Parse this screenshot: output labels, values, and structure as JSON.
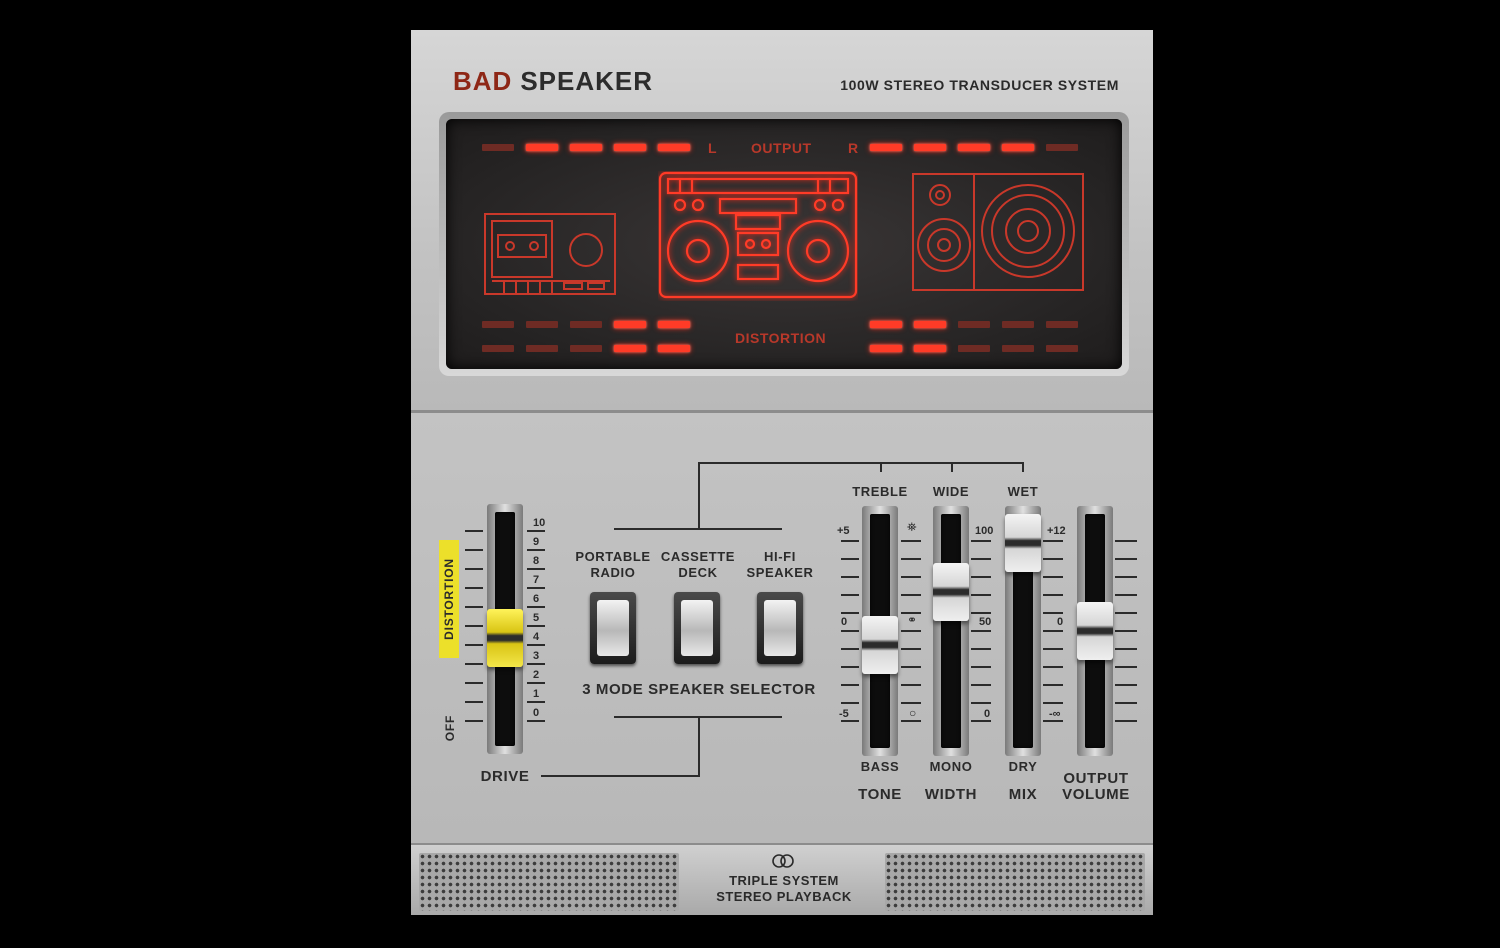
{
  "header": {
    "brand_part1": "BAD",
    "brand_part2": "SPEAKER",
    "subtitle": "100W STEREO TRANSDUCER SYSTEM"
  },
  "display": {
    "output_label": "OUTPUT",
    "left_label": "L",
    "right_label": "R",
    "distortion_label": "DISTORTION",
    "output_left_segments": [
      false,
      true,
      true,
      true,
      true
    ],
    "output_right_segments": [
      true,
      true,
      true,
      true,
      false
    ],
    "distortion_left_row1": [
      false,
      false,
      false,
      true,
      true
    ],
    "distortion_left_row2": [
      false,
      false,
      false,
      true,
      true
    ],
    "distortion_right_row1": [
      true,
      true,
      false,
      false,
      false
    ],
    "distortion_right_row2": [
      true,
      true,
      false,
      false,
      false
    ],
    "devices": [
      "cassette-deck-icon",
      "boombox-icon",
      "hifi-speaker-icon"
    ]
  },
  "drive": {
    "label": "DRIVE",
    "distortion_tag": "DISTORTION",
    "off_tag": "OFF",
    "scale": [
      "10",
      "9",
      "8",
      "7",
      "6",
      "5",
      "4",
      "3",
      "2",
      "1",
      "0"
    ],
    "value": 4.5
  },
  "selector": {
    "title": "3 MODE SPEAKER SELECTOR",
    "modes": [
      {
        "line1": "PORTABLE",
        "line2": "RADIO"
      },
      {
        "line1": "CASSETTE",
        "line2": "DECK"
      },
      {
        "line1": "HI-FI",
        "line2": "SPEAKER"
      }
    ]
  },
  "tone": {
    "top": "TREBLE",
    "bottom": "BASS",
    "name": "TONE",
    "scale_top": "+5",
    "scale_mid": "0",
    "scale_bottom": "-5",
    "value_fraction": 0.42
  },
  "width": {
    "top": "WIDE",
    "bottom": "MONO",
    "name": "WIDTH",
    "scale_top": "100",
    "scale_mid": "50",
    "scale_bottom": "0",
    "value_fraction": 0.72
  },
  "mix": {
    "top": "WET",
    "bottom": "DRY",
    "name": "MIX",
    "value_fraction": 1.0
  },
  "output": {
    "name_line1": "OUTPUT",
    "name_line2": "VOLUME",
    "scale_top": "+12",
    "scale_mid": "0",
    "scale_bottom": "-∞",
    "value_fraction": 0.5
  },
  "footer": {
    "line1": "TRIPLE SYSTEM",
    "line2": "STEREO PLAYBACK"
  },
  "colors": {
    "lcd_on": "#ff3b27",
    "lcd_off": "#6e2b24",
    "brand_red": "#8e2716",
    "drive_cap": "#e8d624"
  }
}
